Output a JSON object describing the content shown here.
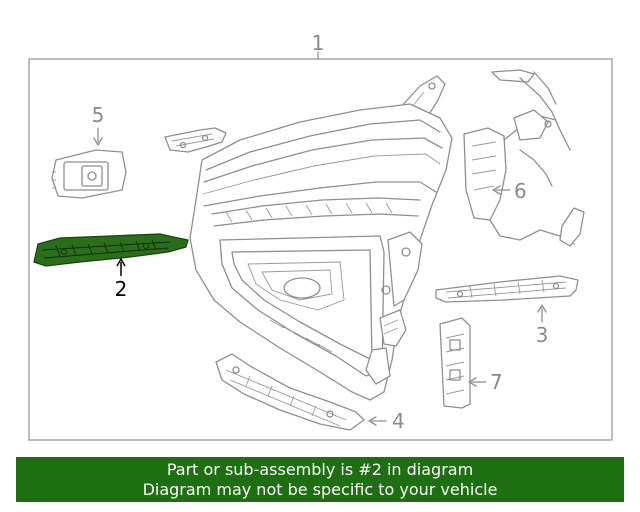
{
  "diagram": {
    "callouts": {
      "c1": "1",
      "c2": "2",
      "c3": "3",
      "c4": "4",
      "c5": "5",
      "c6": "6",
      "c7": "7"
    },
    "highlighted_part": "2",
    "highlight_color": "#2a6e1a"
  },
  "banner": {
    "line1": "Part or sub-assembly is #2 in diagram",
    "line2": "Diagram may not be specific to your vehicle",
    "background": "#1e6e12",
    "text_color": "#ffffff"
  }
}
